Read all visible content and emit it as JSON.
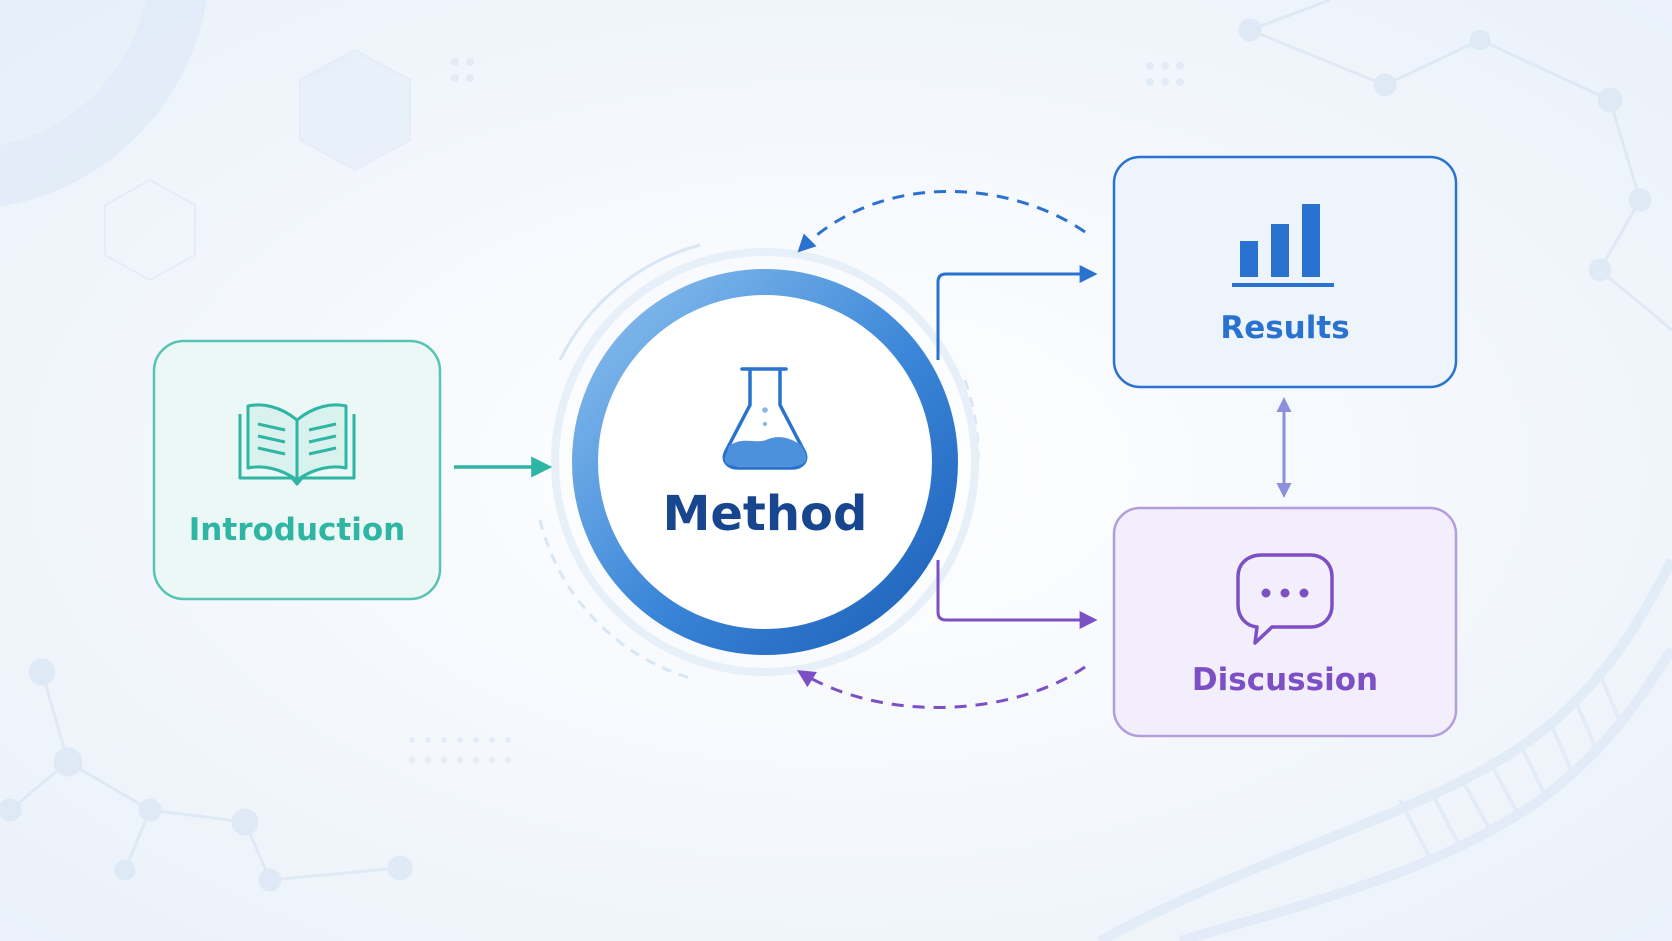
{
  "colors": {
    "background": "#f3f7fc",
    "introduction": "#2fb5a3",
    "method_ring": "#2a72cf",
    "method_text": "#17468f",
    "results": "#2a72cf",
    "discussion": "#7c4fc4",
    "bidirectional": "#8b8fdc"
  },
  "nodes": {
    "introduction": {
      "label": "Introduction",
      "icon": "open-book-icon"
    },
    "method": {
      "label": "Method",
      "icon": "flask-icon"
    },
    "results": {
      "label": "Results",
      "icon": "bar-chart-icon"
    },
    "discussion": {
      "label": "Discussion",
      "icon": "chat-bubble-icon"
    }
  },
  "connections": [
    {
      "from": "Introduction",
      "to": "Method",
      "style": "solid"
    },
    {
      "from": "Method",
      "to": "Results",
      "style": "solid"
    },
    {
      "from": "Method",
      "to": "Discussion",
      "style": "solid"
    },
    {
      "from": "Results",
      "to": "Discussion",
      "style": "bidirectional"
    },
    {
      "from": "Results",
      "to": "Method",
      "style": "dashed"
    },
    {
      "from": "Discussion",
      "to": "Method",
      "style": "dashed"
    }
  ]
}
